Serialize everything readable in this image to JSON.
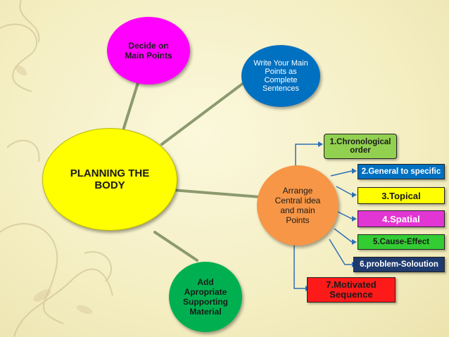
{
  "center": {
    "label": "PLANNING THE BODY",
    "color": "#ffff00"
  },
  "nodes": [
    {
      "id": "decide",
      "label": "Decide on Main Points",
      "color": "#ff00ff"
    },
    {
      "id": "write",
      "label": "Write Your Main Points as Complete Sentences",
      "color": "#0070c0"
    },
    {
      "id": "arrange",
      "label": "Arrange Central idea and main Points",
      "color": "#f79646"
    },
    {
      "id": "add",
      "label": "Add Apropriate Supporting Material",
      "color": "#00b050"
    }
  ],
  "patterns": [
    {
      "label": "1.Chronological order",
      "fill": "#92d050",
      "text": "#1a1a1a"
    },
    {
      "label": "2.General to specific",
      "fill": "#0070c0",
      "text": "#ffffff"
    },
    {
      "label": "3.Topical",
      "fill": "#ffff00",
      "text": "#1a1a1a"
    },
    {
      "label": "4.Spatial",
      "fill": "#e236d4",
      "text": "#ffffff"
    },
    {
      "label": "5.Cause-Effect",
      "fill": "#33cc33",
      "text": "#1a1a1a"
    },
    {
      "label": "6.problem-Soloution",
      "fill": "#1f3b6e",
      "text": "#ffffff"
    },
    {
      "label": "7.Motivated Sequence",
      "fill": "#ff1a1a",
      "text": "#1a1a1a"
    }
  ],
  "colors": {
    "connector": "#8c9a6e",
    "arrow": "#2e6fb5",
    "background": "#f6f1c8"
  }
}
